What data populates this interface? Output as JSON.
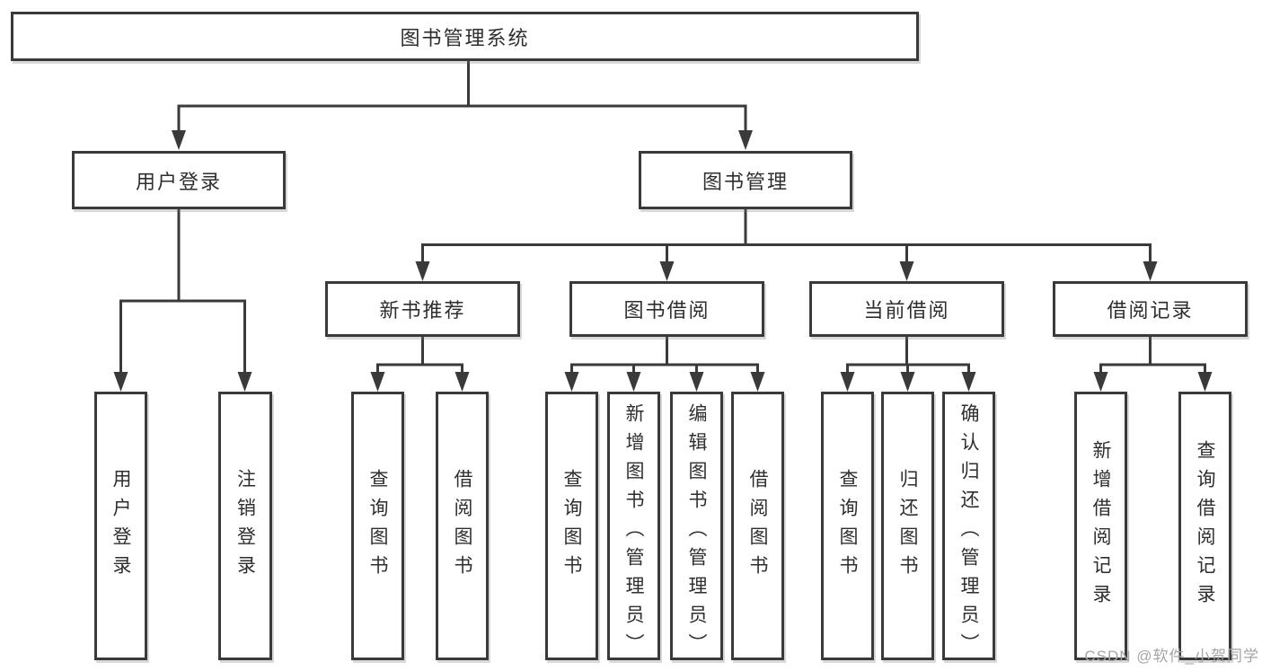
{
  "page": {
    "watermark": "CSDN @软件_小贺同学"
  },
  "colors": {
    "line": "#3a3a3a",
    "text": "#2e2e2e",
    "background": "#ffffff",
    "watermark": "#a5a5a8"
  },
  "nodes": {
    "root": {
      "label": "图书管理系统"
    },
    "level2": [
      {
        "id": "user-login",
        "label": "用户登录",
        "parent": "图书管理系统"
      },
      {
        "id": "book-management",
        "label": "图书管理",
        "parent": "图书管理系统"
      }
    ],
    "level3": [
      {
        "id": "new-book-recommendation",
        "label": "新书推荐",
        "parent": "图书管理"
      },
      {
        "id": "book-borrowing",
        "label": "图书借阅",
        "parent": "图书管理"
      },
      {
        "id": "current-borrowing",
        "label": "当前借阅",
        "parent": "图书管理"
      },
      {
        "id": "borrowing-records",
        "label": "借阅记录",
        "parent": "图书管理"
      }
    ],
    "leaves": [
      {
        "label": "用户登录",
        "parent": "用户登录"
      },
      {
        "label": "注销登录",
        "parent": "用户登录"
      },
      {
        "label": "查询图书",
        "parent": "新书推荐"
      },
      {
        "label": "借阅图书",
        "parent": "新书推荐"
      },
      {
        "label": "查询图书",
        "parent": "图书借阅"
      },
      {
        "label": "新增图书（管理员）",
        "parent": "图书借阅"
      },
      {
        "label": "编辑图书（管理员）",
        "parent": "图书借阅"
      },
      {
        "label": "借阅图书",
        "parent": "图书借阅"
      },
      {
        "label": "查询图书",
        "parent": "当前借阅"
      },
      {
        "label": "归还图书",
        "parent": "当前借阅"
      },
      {
        "label": "确认归还（管理员）",
        "parent": "当前借阅"
      },
      {
        "label": "新增借阅记录",
        "parent": "借阅记录"
      },
      {
        "label": "查询借阅记录",
        "parent": "借阅记录"
      }
    ]
  }
}
